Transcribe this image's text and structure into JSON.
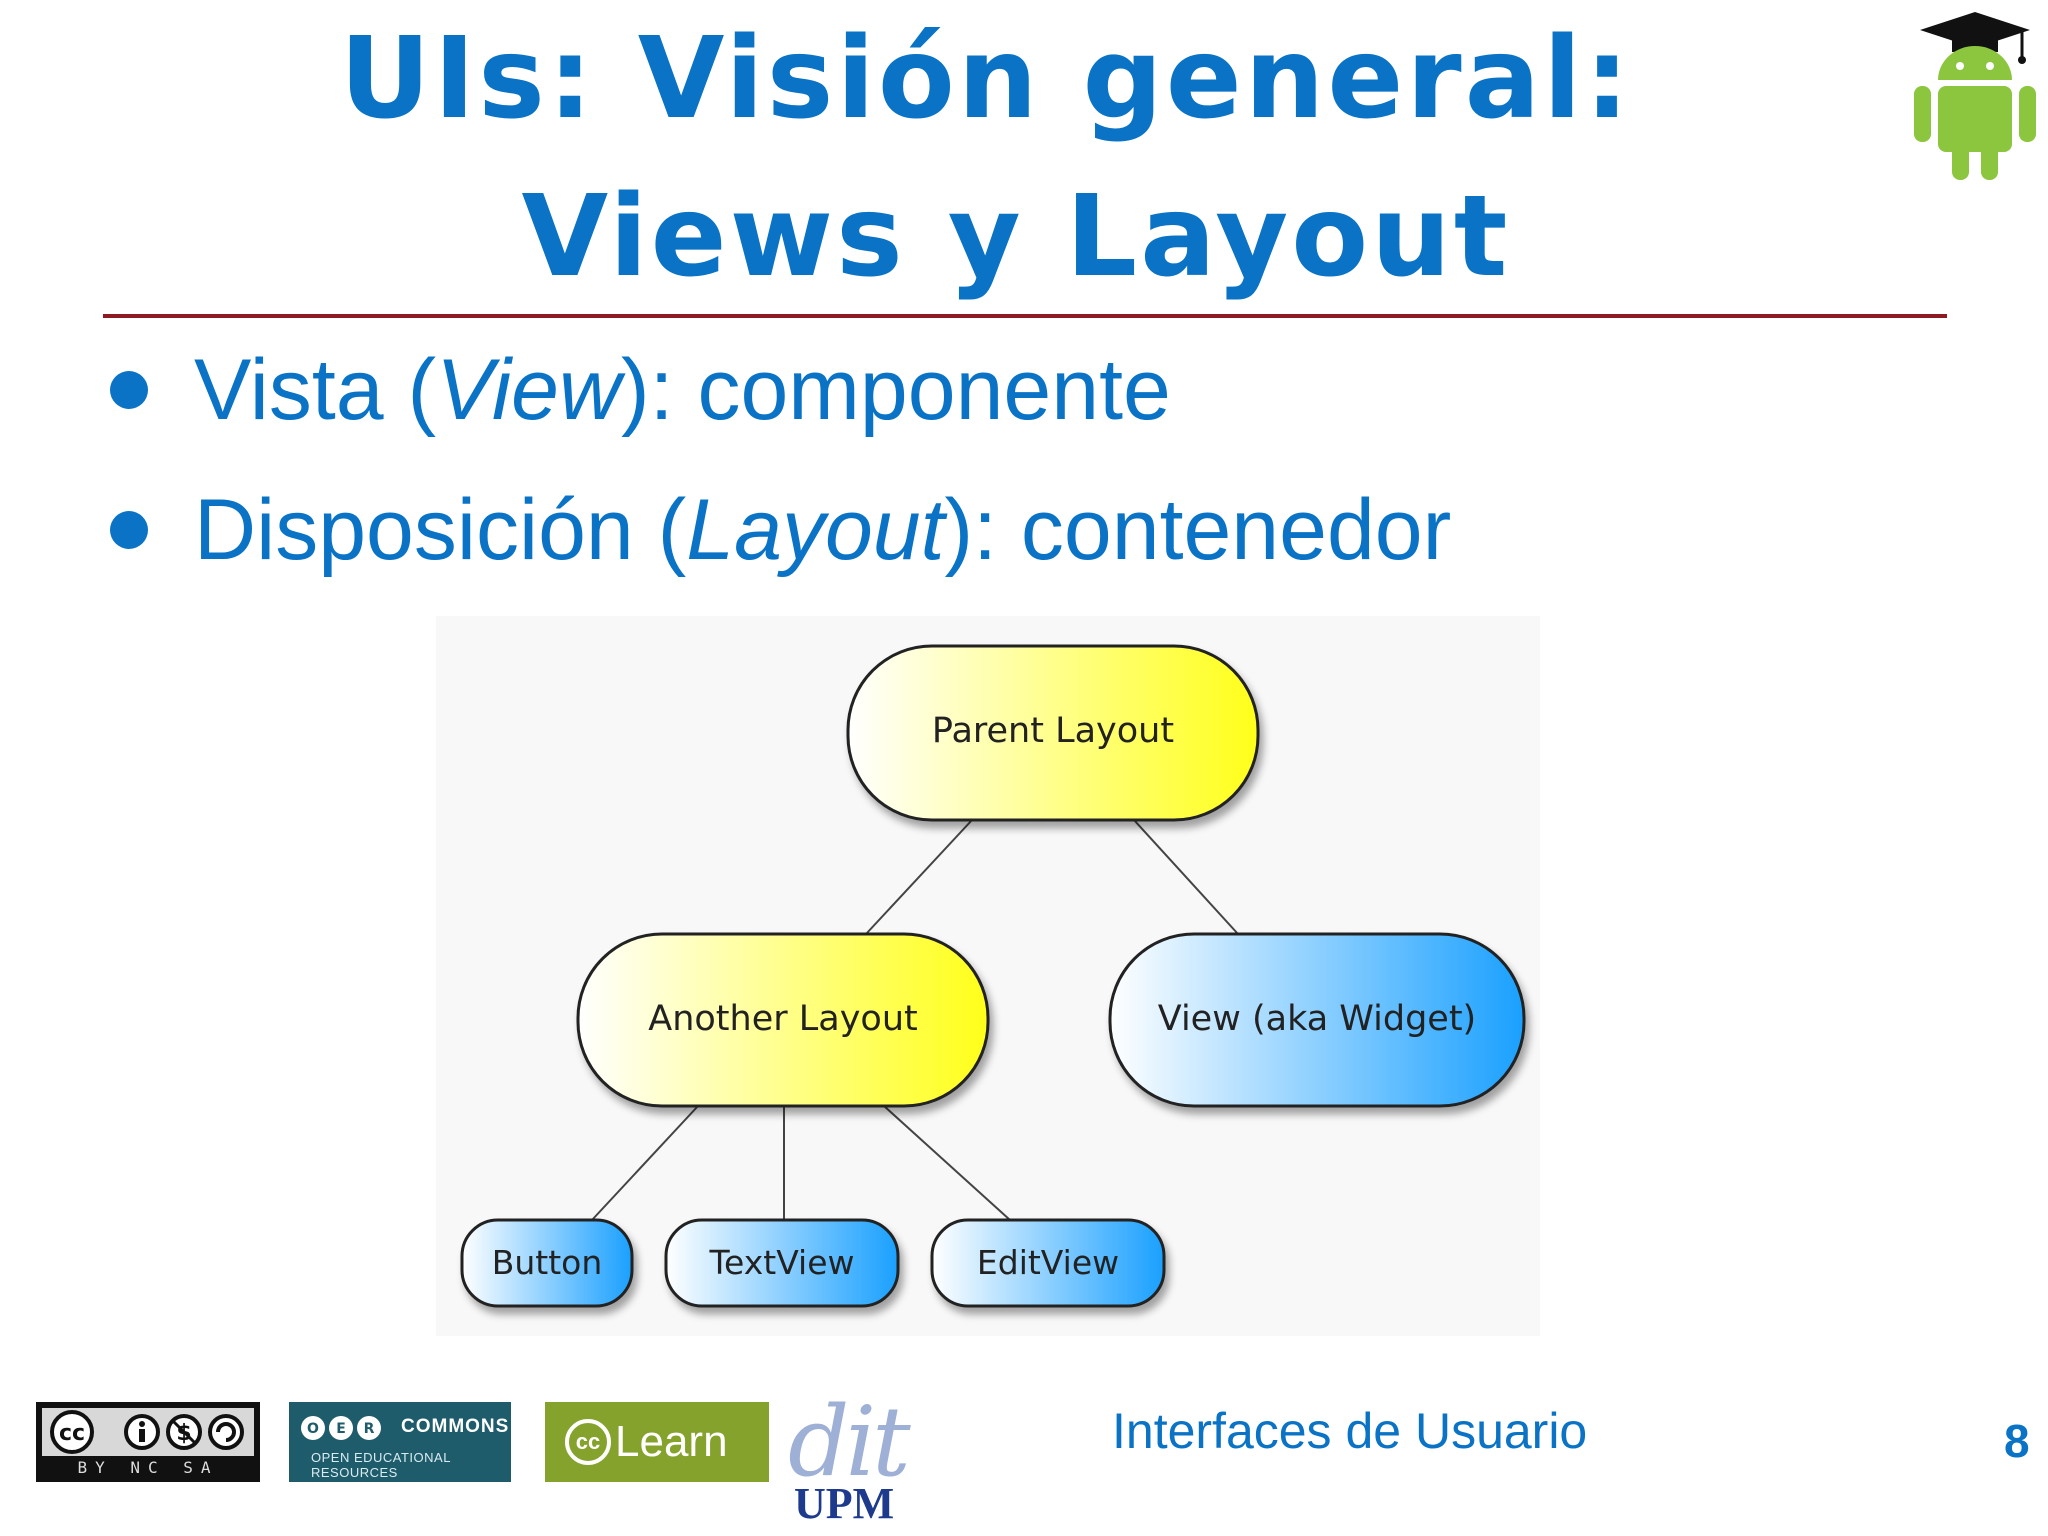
{
  "title": {
    "line1": "UIs: Visión general:",
    "line2": "Views y Layout"
  },
  "bullets": [
    {
      "prefix": "Vista (",
      "emph": "View",
      "suffix": "): componente"
    },
    {
      "prefix": "Disposición (",
      "emph": "Layout",
      "suffix": "): contenedor"
    }
  ],
  "diagram": {
    "parent": "Parent Layout",
    "another": "Another Layout",
    "view": "View (aka Widget)",
    "leaves": [
      "Button",
      "TextView",
      "EditView"
    ]
  },
  "logos": {
    "cc_label": "BY NC SA",
    "oer_top": "COMMONS",
    "oer_bottom": "OPEN EDUCATIONAL RESOURCES",
    "cc_mark": "cc",
    "learn_text": "Learn",
    "dit_text": "dit",
    "upm_text": "UPM"
  },
  "footer": {
    "text": "Interfaces de Usuario",
    "page": "8"
  },
  "colors": {
    "title_blue": "#0a73c6",
    "rule": "#8e1b23",
    "layout_yellow": "#ffff1a",
    "view_blue": "#1aa0ff"
  },
  "icons": [
    "android-icon",
    "graduation-cap-icon"
  ]
}
